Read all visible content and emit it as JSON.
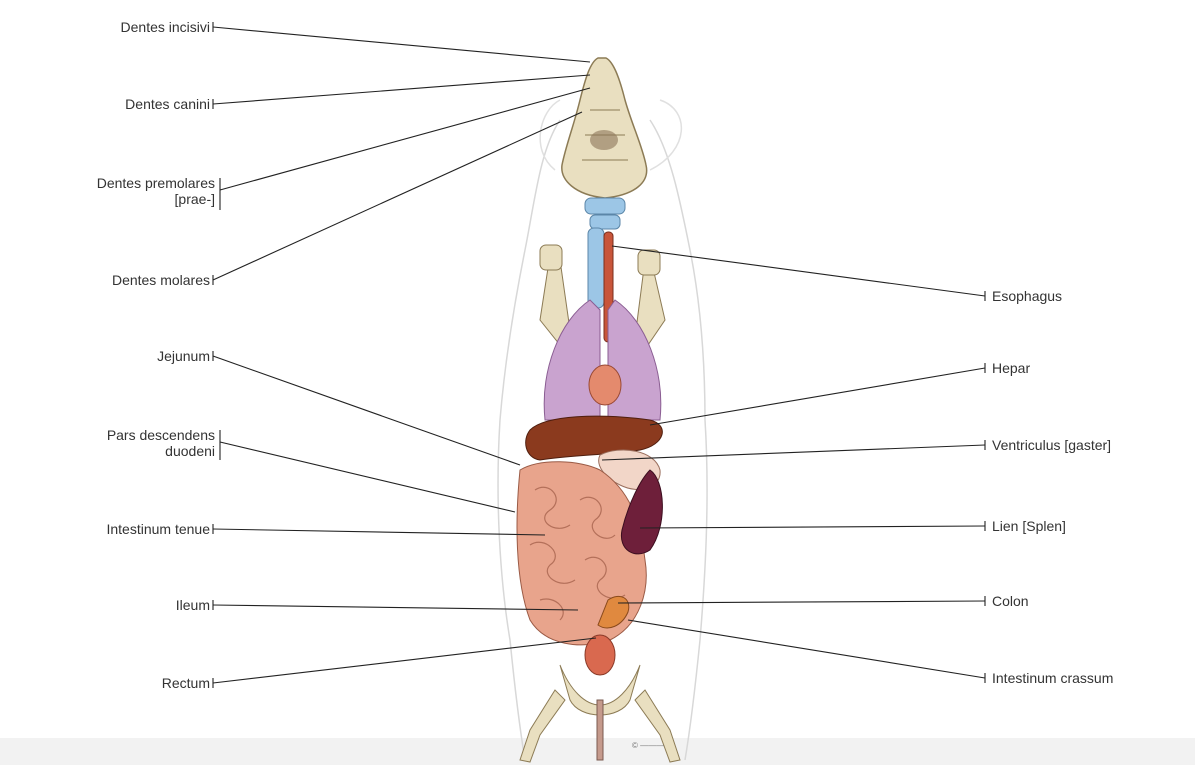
{
  "figure": {
    "labels_left": [
      {
        "id": "dentes-incisivi",
        "text": "Dentes incisivi"
      },
      {
        "id": "dentes-canini",
        "text": "Dentes canini"
      },
      {
        "id": "dentes-premolares",
        "text": "Dentes premolares",
        "text2": "[prae-]"
      },
      {
        "id": "dentes-molares",
        "text": "Dentes molares"
      },
      {
        "id": "jejunum",
        "text": "Jejunum"
      },
      {
        "id": "pars-descendens",
        "text": "Pars descendens",
        "text2": "duodeni"
      },
      {
        "id": "intestinum-tenue",
        "text": "Intestinum tenue"
      },
      {
        "id": "ileum",
        "text": "Ileum"
      },
      {
        "id": "rectum",
        "text": "Rectum"
      }
    ],
    "labels_right": [
      {
        "id": "esophagus",
        "text": "Esophagus"
      },
      {
        "id": "hepar",
        "text": "Hepar"
      },
      {
        "id": "ventriculus",
        "text": "Ventriculus [gaster]"
      },
      {
        "id": "lien",
        "text": "Lien [Splen]"
      },
      {
        "id": "colon",
        "text": "Colon"
      },
      {
        "id": "intestinum-crassum",
        "text": "Intestinum crassum"
      }
    ],
    "colors": {
      "bone": "#e9dfc0",
      "lung": "#c9a3cf",
      "liver": "#8b3a1e",
      "intestine": "#e8a48c",
      "spleen": "#6e1f3a",
      "trachea": "#9cc6e6",
      "esophagus": "#c8553a",
      "leader": "#222222",
      "outline": "#d8d8d8"
    }
  }
}
